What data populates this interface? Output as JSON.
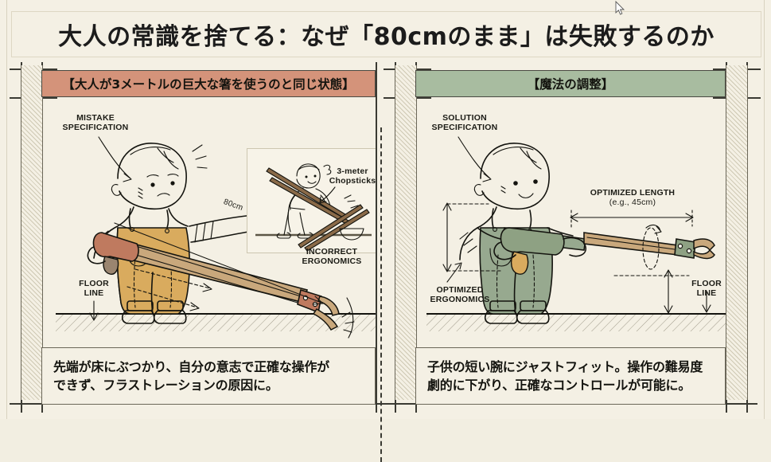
{
  "title": "大人の常識を捨てる：なぜ「80cmのまま」は失敗するのか",
  "colors": {
    "page_bg": "#f4f0e4",
    "left_header": "#d4937a",
    "right_header": "#a8bca0",
    "ink": "#14140f",
    "wood": "#c9a87c",
    "mustard": "#d6a css",
    "sage": "#97a98f"
  },
  "panels": {
    "left": {
      "header": "【大人が3メートルの巨大な箸を使うのと同じ状態】",
      "annotations": {
        "spec_line1": "MISTAKE",
        "spec_line2": "SPECIFICATION",
        "length_label": "80cm",
        "ergonomics_line1": "INCORRECT",
        "ergonomics_line2": "ERGONOMICS",
        "floor_line1": "FLOOR",
        "floor_line2": "LINE"
      },
      "inset": {
        "label_line1": "3-meter",
        "label_line2": "Chopsticks"
      },
      "caption_line1": "先端が床にぶつかり、自分の意志で正確な操作が",
      "caption_line2": "できず、フラストレーションの原因に。"
    },
    "right": {
      "header": "【魔法の調整】",
      "annotations": {
        "spec_line1": "SOLUTION",
        "spec_line2": "SPECIFICATION",
        "length_line1": "OPTIMIZED LENGTH",
        "length_line2": "(e.g., 45cm)",
        "ergonomics_line1": "OPTIMIZED",
        "ergonomics_line2": "ERGONOMICS",
        "floor_line1": "FLOOR",
        "floor_line2": "LINE"
      },
      "caption_line1": "子供の短い腕にジャストフィット。操作の難易度",
      "caption_line2": "劇的に下がり、正確なコントロールが可能に。"
    }
  }
}
